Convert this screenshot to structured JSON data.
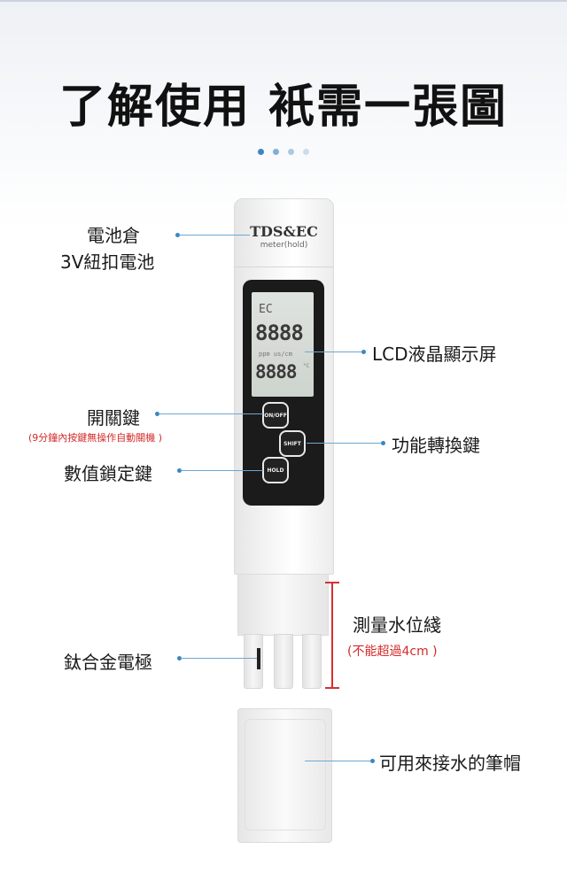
{
  "headline": "了解使用 衹需一張圖",
  "pager": {
    "dots": [
      {
        "color": "#3a87c2"
      },
      {
        "color": "#7eb0d6"
      },
      {
        "color": "#a9c9e2"
      },
      {
        "color": "#cbdcea"
      }
    ]
  },
  "device": {
    "brand": "TDS&EC",
    "brand_sub": "meter(hold)",
    "lcd": {
      "mode": "EC",
      "reading": "8888",
      "units": "ppm  us/cm",
      "temp": "8888",
      "temp_unit": "°C"
    },
    "buttons": {
      "onoff": "ON/OFF",
      "shift": "SHIFT",
      "hold": "HOLD"
    }
  },
  "labels": {
    "battery_line1": "電池倉",
    "battery_line2": "3V紐扣電池",
    "lcd": "LCD液晶顯示屏",
    "power": "開關鍵",
    "power_note": "(9分鐘內按鍵無操作自動關機 )",
    "function": "功能轉換鍵",
    "hold": "數值鎖定鍵",
    "water_line": "測量水位綫",
    "water_note": "(不能超過4cm )",
    "electrode": "鈦合金電極",
    "cap": "可用來接水的筆帽"
  },
  "colors": {
    "leader": "#3a87c2",
    "warning": "#d42a2a"
  }
}
